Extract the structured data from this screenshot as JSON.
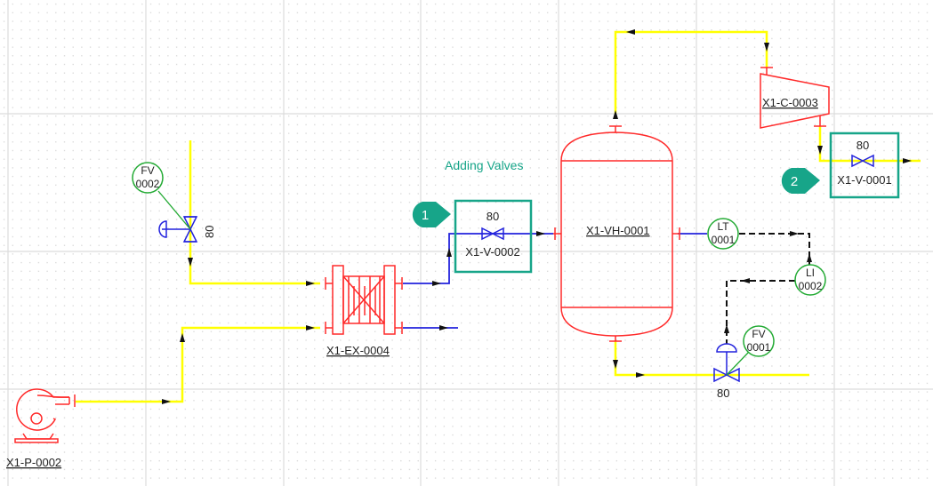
{
  "colors": {
    "equipment": "#ff2a2a",
    "process_line": "#ffff00",
    "blue_line": "#2222dd",
    "valve": "#2222dd",
    "instrument": "#22aa33",
    "signal_line": "#111111",
    "highlight": "#17a589",
    "grid_major": "#dcdcdc",
    "grid_dot": "#cfcfcf",
    "text": "#222222"
  },
  "annotation": {
    "title": "Adding Valves",
    "callouts": [
      {
        "number": "1"
      },
      {
        "number": "2"
      }
    ]
  },
  "equipment": {
    "pump": {
      "tag": "X1-P-0002"
    },
    "heat_exchanger": {
      "tag": "X1-EX-0004"
    },
    "vessel": {
      "tag": "X1-VH-0001"
    },
    "compressor": {
      "tag": "X1-C-0003"
    }
  },
  "valves": {
    "v0002": {
      "tag": "X1-V-0002",
      "size": "80"
    },
    "v0001": {
      "tag": "X1-V-0001",
      "size": "80"
    },
    "fv0002_valve": {
      "size": "80"
    },
    "fv0001_valve": {
      "size": "80"
    }
  },
  "instruments": {
    "fv0002": {
      "type": "FV",
      "number": "0002"
    },
    "lt0001": {
      "type": "LT",
      "number": "0001"
    },
    "li0002": {
      "type": "LI",
      "number": "0002"
    },
    "fv0001": {
      "type": "FV",
      "number": "0001"
    }
  }
}
